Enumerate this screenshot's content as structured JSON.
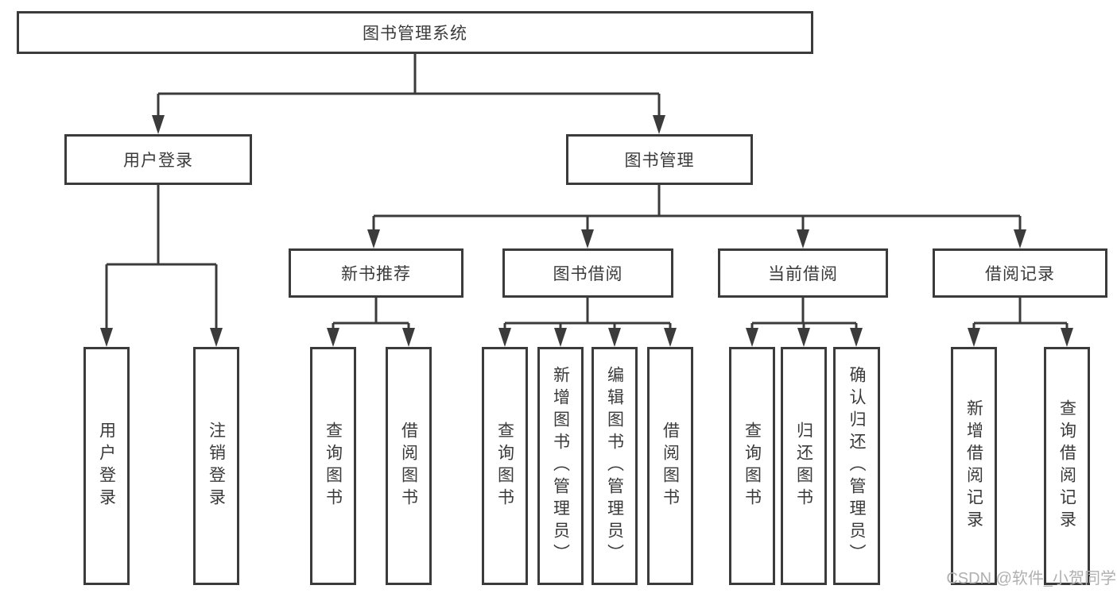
{
  "tree": {
    "root": {
      "label": "图书管理系统"
    },
    "user_login": {
      "label": "用户登录",
      "children": [
        {
          "label": "用户登录"
        },
        {
          "label": "注销登录"
        }
      ]
    },
    "book_management": {
      "label": "图书管理",
      "children": [
        {
          "label": "新书推荐",
          "children": [
            {
              "label": "查询图书"
            },
            {
              "label": "借阅图书"
            }
          ]
        },
        {
          "label": "图书借阅",
          "children": [
            {
              "label": "查询图书"
            },
            {
              "label": "新增图书（管理员）"
            },
            {
              "label": "编辑图书（管理员）"
            },
            {
              "label": "借阅图书"
            }
          ]
        },
        {
          "label": "当前借阅",
          "children": [
            {
              "label": "查询图书"
            },
            {
              "label": "归还图书"
            },
            {
              "label": "确认归还（管理员）"
            }
          ]
        },
        {
          "label": "借阅记录",
          "children": [
            {
              "label": "新增借阅记录"
            },
            {
              "label": "查询借阅记录"
            }
          ]
        }
      ]
    }
  },
  "watermark": {
    "text": "CSDN @软件_小贺同学"
  },
  "colors": {
    "line": "#3b3b3b",
    "text": "#3a3a3a",
    "watermark": "#b0b0b0",
    "background": "#ffffff"
  }
}
